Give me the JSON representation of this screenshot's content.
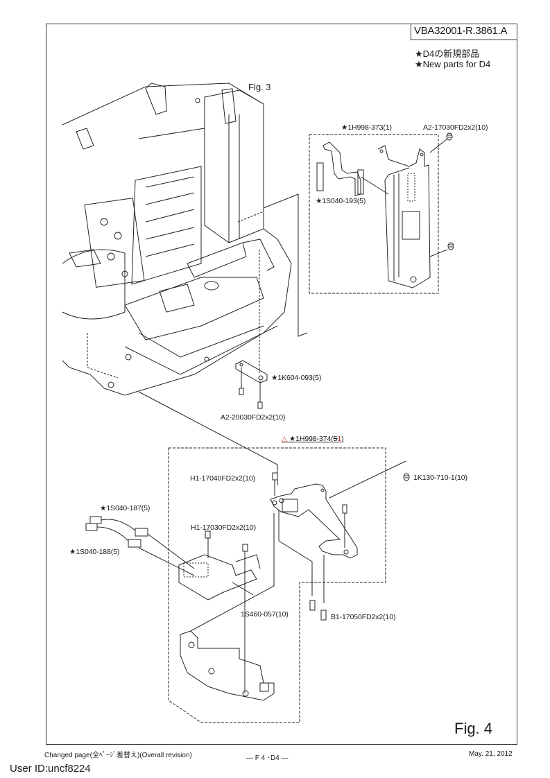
{
  "document": {
    "doc_number": "VBA32001-R.3861.A",
    "notes": [
      "★D4の新規部品",
      "★New parts for D4"
    ],
    "figure_labels": {
      "fig3": "Fig. 3",
      "fig4": "Fig. 4"
    }
  },
  "parts": {
    "p_1H998_373": "★1H998-373(1)",
    "p_A2_17030": "A2-17030FD2x2(10)",
    "p_1S040_193": "★1S040-193(5)",
    "p_1K604_093": "★1K604-093(5)",
    "p_A2_20030": "A2-20030FD2x2(10)",
    "p_1H998_374_prefix": "★1H998-374(",
    "p_1H998_374_old_qty": "5",
    "p_1H998_374_new_qty": "1",
    "p_1H998_374_suffix": ")",
    "p_1H998_374_warning": "△",
    "p_H1_17040": "H1-17040FD2x2(10)",
    "p_1K130_710": "1K130-710-1(10)",
    "p_1S040_187": "★1S040-187(5)",
    "p_H1_17030": "H1-17030FD2x2(10)",
    "p_1S040_188": "★1S040-188(5)",
    "p_1S460_057": "1S460-057(10)",
    "p_B1_17050": "B1-17050FD2x2(10)"
  },
  "footer": {
    "changed": "Changed page(全ﾍﾟｰｼﾞ差替え)(Overall revision)",
    "page": "— F 4 ･D4 —",
    "date": "May. 21, 2012"
  },
  "user_id": "User ID:uncf8224"
}
